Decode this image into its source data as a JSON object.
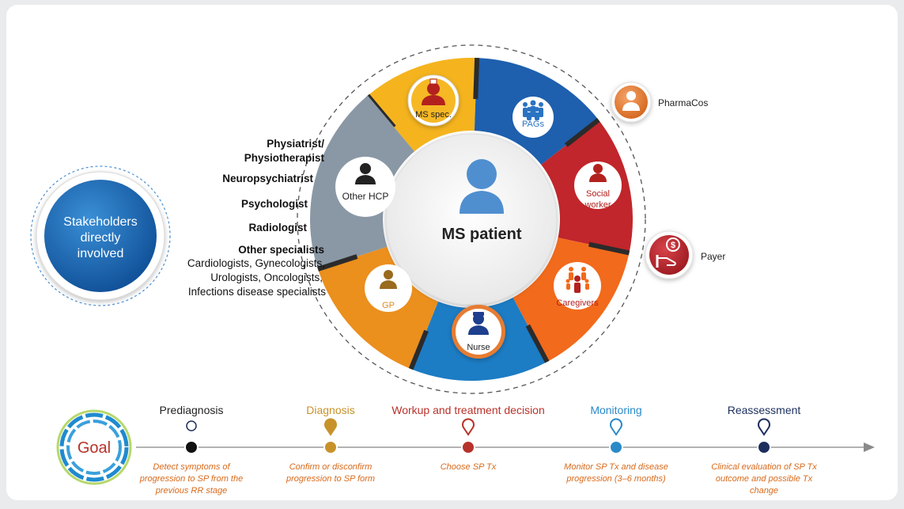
{
  "center": {
    "label": "MS patient"
  },
  "stakeholders_badge": {
    "line1": "Stakeholders",
    "line2": "directly",
    "line3": "involved"
  },
  "segments": [
    {
      "id": "ms-spec",
      "label": "MS spec.",
      "color": "#f5b41e",
      "icon": "doctor-icon"
    },
    {
      "id": "pags",
      "label": "PAGs",
      "color": "#1e5fae",
      "icon": "group-icon"
    },
    {
      "id": "social-worker",
      "label_line1": "Social",
      "label_line2": "worker",
      "color": "#c0262b",
      "icon": "person-icon"
    },
    {
      "id": "caregivers",
      "label": "Caregivers",
      "color": "#f26a1b",
      "icon": "family-icon"
    },
    {
      "id": "nurse",
      "label": "Nurse",
      "color": "#1c7cc4",
      "icon": "nurse-icon"
    },
    {
      "id": "gp",
      "label": "GP",
      "color": "#eb8f1d",
      "icon": "doctor-icon"
    },
    {
      "id": "other-hcp",
      "label": "Other HCP",
      "color": "#8a98a5",
      "icon": "doctor-icon"
    }
  ],
  "external": {
    "pharmacos": {
      "label": "PharmaCos",
      "icon": "person-icon"
    },
    "payer": {
      "label": "Payer",
      "icon": "hand-money-icon"
    }
  },
  "specialists": {
    "physiatrist_line1": "Physiatrist/",
    "physiatrist_line2": "Physiotherapist",
    "neuropsychiatrist": "Neuropsychiatrist",
    "psychologist": "Psychologist",
    "radiologist": "Radiologist",
    "other_title": "Other specialists",
    "other_line1": "Cardiologists, Gynecologists,",
    "other_line2": "Urologists, Oncologists,",
    "other_line3": "Infections disease specialists"
  },
  "timeline": {
    "goal_label": "Goal",
    "stages": [
      {
        "title": "Prediagnosis",
        "color": "#222222",
        "desc_line1": "Detect symptoms of",
        "desc_line2": "progression to SP from the",
        "desc_line3": "previous RR stage"
      },
      {
        "title": "Diagnosis",
        "color": "#c8922a",
        "desc_line1": "Confirm or disconfirm",
        "desc_line2": "progression to SP form",
        "desc_line3": ""
      },
      {
        "title": "Workup and treatment decision",
        "color": "#b7322a",
        "desc_line1": "Choose SP Tx",
        "desc_line2": "",
        "desc_line3": ""
      },
      {
        "title": "Monitoring",
        "color": "#2a8ac8",
        "desc_line1": "Monitor SP Tx and disease",
        "desc_line2": "progression (3–6 months)",
        "desc_line3": ""
      },
      {
        "title": "Reassessment",
        "color": "#1d2f5e",
        "desc_line1": "Clinical evaluation of SP Tx",
        "desc_line2": "outcome and possible Tx",
        "desc_line3": "change"
      }
    ]
  },
  "colors": {
    "desc_text": "#d86a1b",
    "dashed": "#555555",
    "badge_blue": "#1f6db3"
  }
}
